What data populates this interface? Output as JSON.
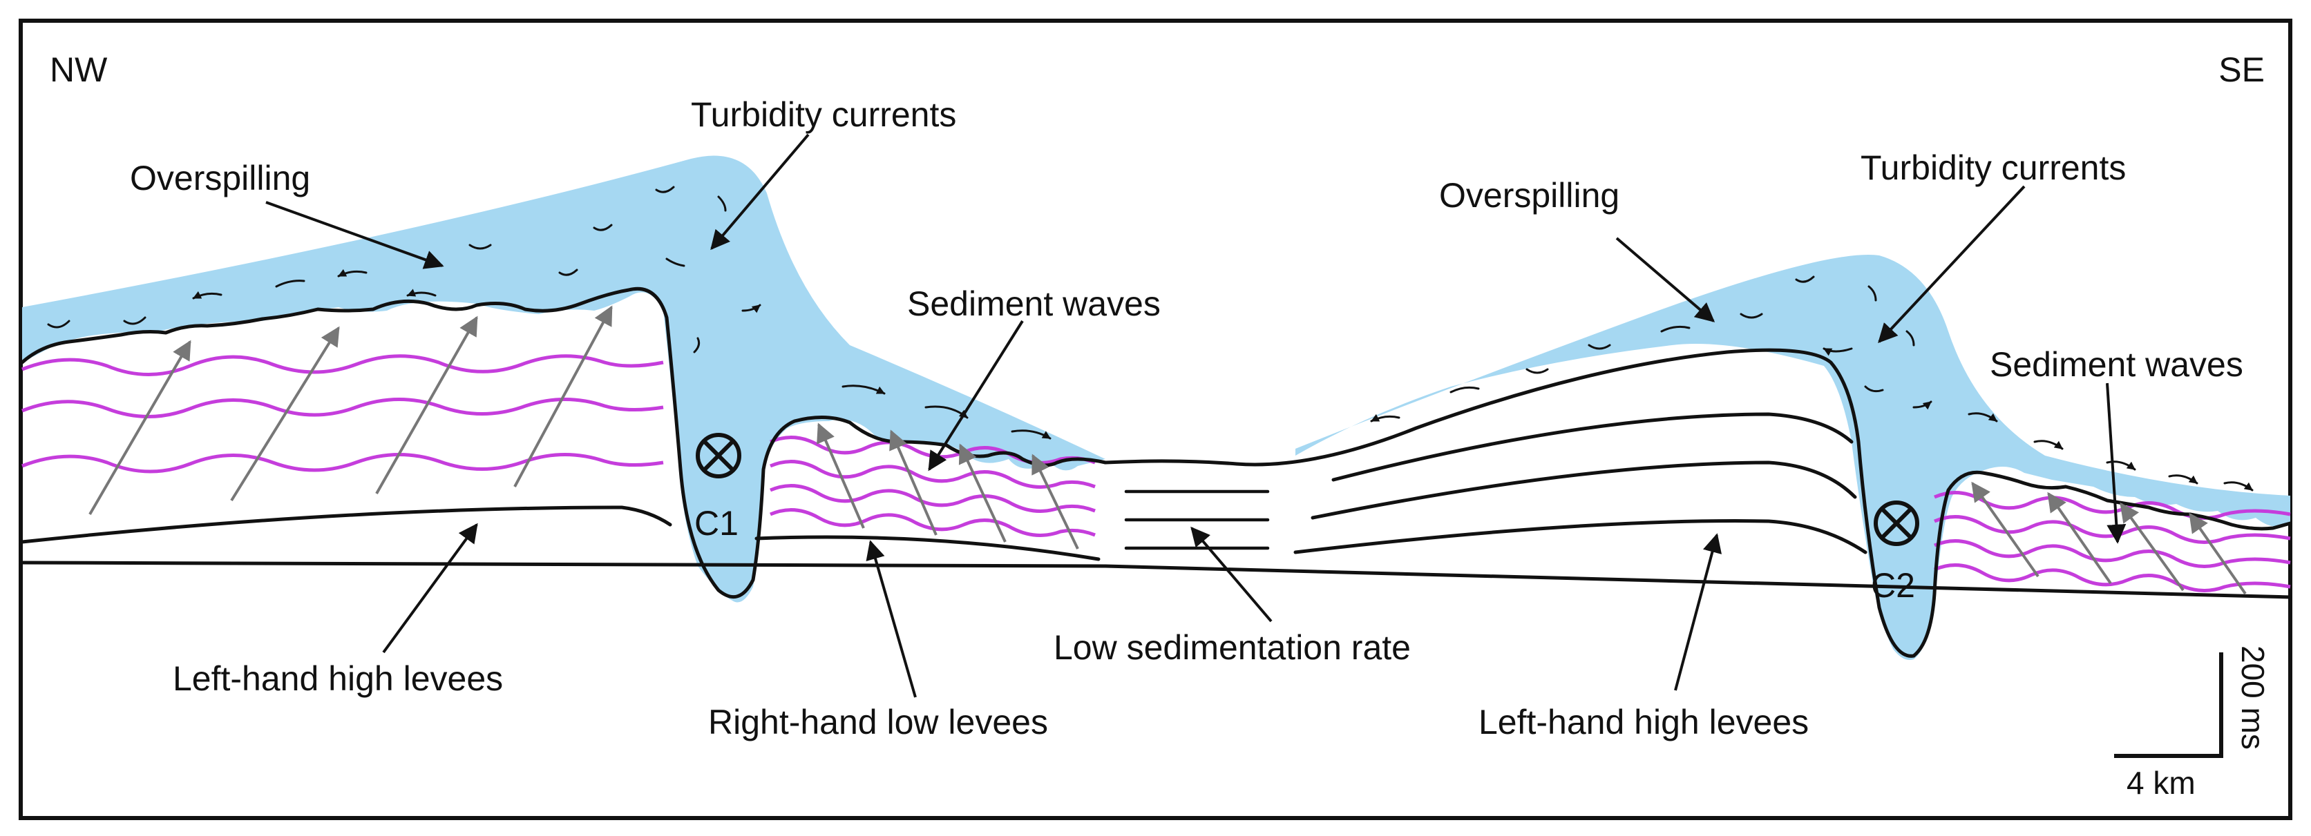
{
  "orientation": {
    "left": "NW",
    "right": "SE"
  },
  "labels": {
    "overspilling_left": "Overspilling",
    "turbidity_left": "Turbidity currents",
    "sediment_waves_mid": "Sediment waves",
    "overspilling_right": "Overspilling",
    "turbidity_right": "Turbidity currents",
    "sediment_waves_right": "Sediment waves",
    "left_high_levees_1": "Left-hand high levees",
    "right_low_levees": "Right-hand low levees",
    "low_sedimentation": "Low sedimentation rate",
    "left_high_levees_2": "Left-hand high levees"
  },
  "channels": {
    "c1": "C1",
    "c2": "C2"
  },
  "scale": {
    "vertical": "200 ms",
    "horizontal": "4 km"
  },
  "colors": {
    "turbidity_fill": "#a6d8f2",
    "sediment_wave_line": "#c53ddc",
    "growth_arrow": "#777777"
  }
}
